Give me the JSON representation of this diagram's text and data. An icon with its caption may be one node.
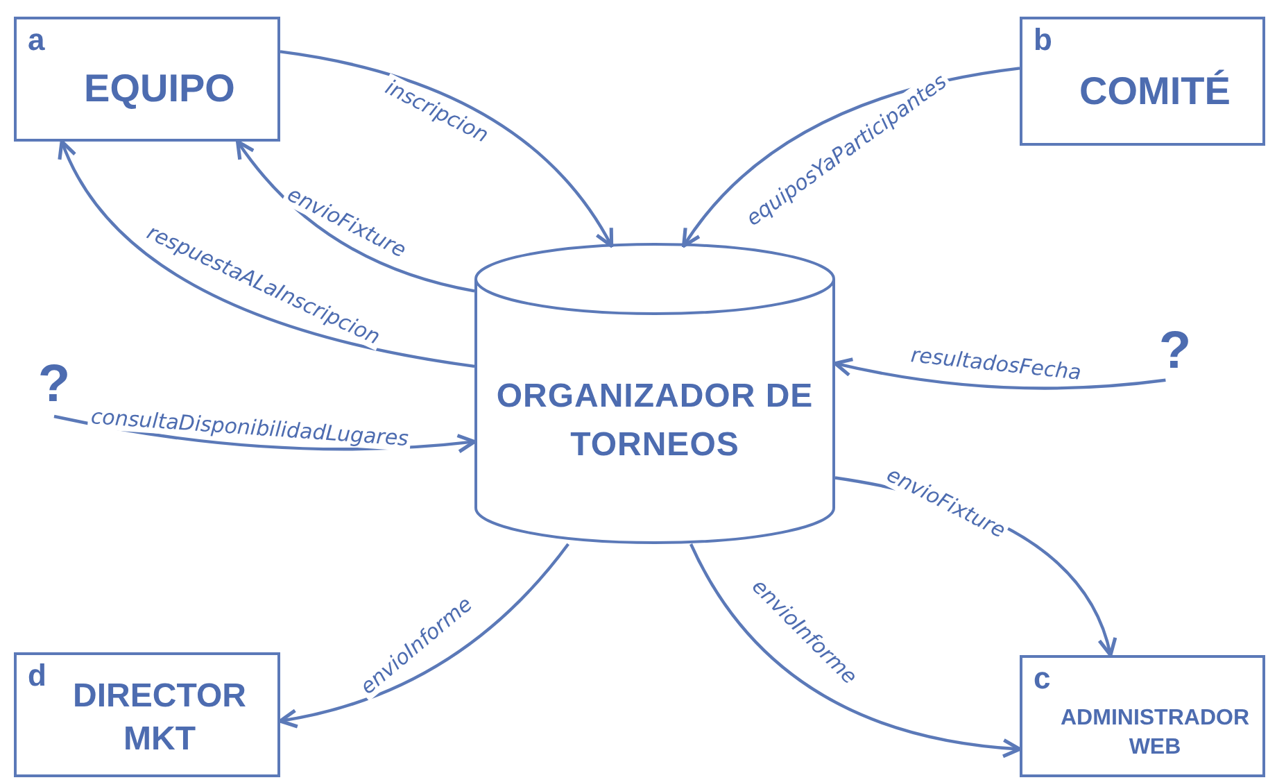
{
  "diagram": {
    "nodes": [
      {
        "text": [
          "a",
          "EQUIPO"
        ]
      },
      {
        "text": [
          "b",
          "COMITÉ"
        ]
      },
      {
        "text": [
          "ORGANIZADOR DE TORNEOS"
        ]
      },
      {
        "text": [
          "?"
        ]
      },
      {
        "text": [
          "?"
        ]
      },
      {
        "text": [
          "d",
          "DIRECTOR MKT"
        ]
      },
      {
        "text": [
          "c",
          "ADMINISTRADOR WEB"
        ]
      }
    ],
    "edges": [
      {
        "from": 0,
        "to": 2,
        "arrow": "to",
        "label": "inscripcion"
      },
      {
        "from": 1,
        "to": 2,
        "arrow": "to",
        "label": "equiposYaParticipantes"
      },
      {
        "from": 2,
        "to": 0,
        "arrow": "to",
        "label": "envioFixture"
      },
      {
        "from": 2,
        "to": 0,
        "arrow": "to",
        "label": "respuestaALaInscripcion"
      },
      {
        "from": 3,
        "to": 2,
        "arrow": "to",
        "label": "resultadosFecha"
      },
      {
        "from": 4,
        "to": 2,
        "arrow": "to",
        "label": "consultaDisponibilidadLugares"
      },
      {
        "from": 2,
        "to": 6,
        "arrow": "to",
        "label": "envioFixture"
      },
      {
        "from": 2,
        "to": 6,
        "arrow": "to",
        "label": "envioInforme"
      },
      {
        "from": 2,
        "to": 5,
        "arrow": "to",
        "label": "envioInforme"
      }
    ]
  }
}
